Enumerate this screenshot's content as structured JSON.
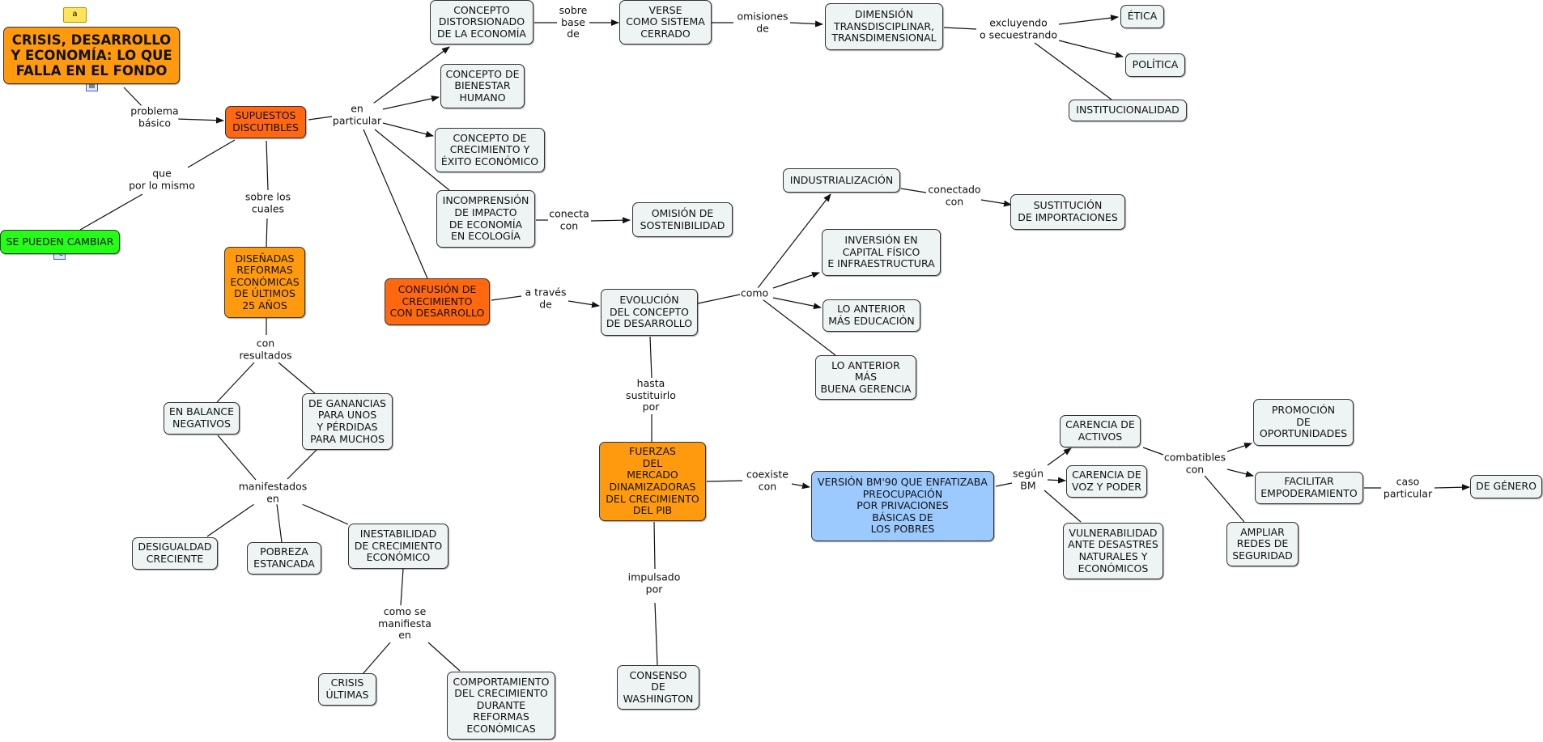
{
  "nodes": {
    "crisis": "CRISIS, DESARROLLO\nY ECONOMÍA: LO QUE\nFALLA EN EL FONDO",
    "supuestos": "SUPUESTOS\nDISCUTIBLES",
    "pueden_cambiar": "SE PUEDEN CAMBIAR",
    "disenadas": "DISEÑADAS\nREFORMAS\nECONÓMICAS\nDE ÚLTIMOS\n25 AÑOS",
    "balance": "EN BALANCE\nNEGATIVOS",
    "ganancias": "DE GANANCIAS\nPARA UNOS\nY PÉRDIDAS\nPARA MUCHOS",
    "desigualdad": "DESIGUALDAD\nCRECIENTE",
    "pobreza": "POBREZA\nESTANCADA",
    "inestabilidad": "INESTABILIDAD\nDE CRECIMIENTO\nECONÓMICO",
    "crisis_ultimas": "CRISIS\nÚLTIMAS",
    "comportamiento": "COMPORTAMIENTO\nDEL CRECIMIENTO\nDURANTE\nREFORMAS\nECONÓMICAS",
    "distorsionado": "CONCEPTO\nDISTORSIONADO\nDE LA ECONOMÍA",
    "bienestar": "CONCEPTO DE\nBIENESTAR\nHUMANO",
    "crecimiento_exito": "CONCEPTO DE\nCRECIMIENTO Y\nÉXITO ECONÓMICO",
    "incomprension": "INCOMPRENSIÓN\nDE IMPACTO\nDE ECONOMÍA\nEN ECOLOGÍA",
    "omision": "OMISIÓN DE\nSOSTENIBILIDAD",
    "confusion": "CONFUSIÓN DE\nCRECIMIENTO\nCON DESARROLLO",
    "verse": "VERSE\nCOMO SISTEMA\nCERRADO",
    "dimension": "DIMENSIÓN\nTRANSDISCIPLINAR,\nTRANSDIMENSIONAL",
    "etica": "ÉTICA",
    "politica": "POLÍTICA",
    "institucionalidad": "INSTITUCIONALIDAD",
    "evolucion": "EVOLUCIÓN\nDEL CONCEPTO\nDE DESARROLLO",
    "industrializacion": "INDUSTRIALIZACIÓN",
    "sustitucion": "SUSTITUCIÓN\nDE IMPORTACIONES",
    "inversion": "INVERSIÓN EN\nCAPITAL FÍSICO\nE INFRAESTRUCTURA",
    "educacion": "LO ANTERIOR\nMÁS EDUCACIÓN",
    "gerencia": "LO ANTERIOR\nMÁS\nBUENA GERENCIA",
    "fuerzas": "FUERZAS\nDEL\nMERCADO\nDINAMIZADORAS\nDEL CRECIMIENTO\nDEL PIB",
    "consenso": "CONSENSO\nDE\nWASHINGTON",
    "version": "VERSIÓN BM'90 QUE ENFATIZABA\nPREOCUPACIÓN\nPOR PRIVACIONES\nBÁSICAS DE\nLOS POBRES",
    "activos": "CARENCIA DE\nACTIVOS",
    "voz": "CARENCIA DE\nVOZ Y PODER",
    "vulnerabilidad": "VULNERABILIDAD\nANTE DESASTRES\nNATURALES Y\nECONÓMICOS",
    "promocion": "PROMOCIÓN\nDE\nOPORTUNIDADES",
    "facilitar": "FACILITAR\nEMPODERAMIENTO",
    "ampliar": "AMPLIAR\nREDES DE\nSEGURIDAD",
    "genero": "DE GÉNERO"
  },
  "labels": {
    "problema": "problema\nbásico",
    "que": "que\npor lo mismo",
    "sobre": "sobre los\ncuales",
    "en_particular": "en\nparticular",
    "con_resultados": "con\nresultados",
    "manifestados": "manifestados\nen",
    "como_manifiesta": "como se\nmanifiesta\nen",
    "sobre_base": "sobre\nbase\nde",
    "omisiones": "omisiones\nde",
    "excluyendo": "excluyendo\no secuestrando",
    "conecta": "conecta\ncon",
    "a_traves": "a través\nde",
    "como": "como",
    "conectado": "conectado\ncon",
    "hasta": "hasta\nsustituirlo\npor",
    "impulsado": "impulsado\npor",
    "coexiste": "coexiste\ncon",
    "segun": "según\nBM",
    "combatibles": "combatibles\ncon",
    "caso": "caso\nparticular"
  },
  "sticker": "a",
  "colors": {
    "node_default": "#eef3f4",
    "orange": "#ff9a0e",
    "dark_orange": "#ff680e",
    "green": "#23ff14",
    "blue": "#9ccaff",
    "line": "#111111"
  }
}
